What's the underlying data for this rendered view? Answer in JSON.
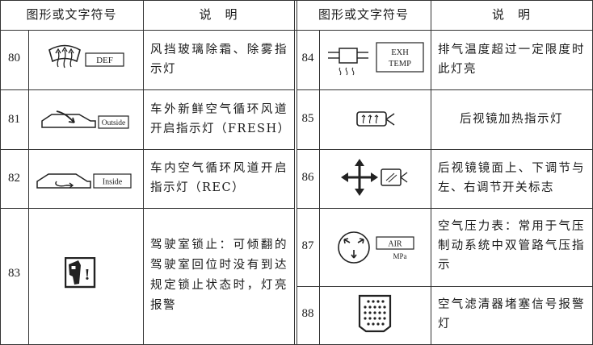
{
  "headers": {
    "left_symbol": "图形或文字符号",
    "left_desc": "说　明",
    "right_symbol": "图形或文字符号",
    "right_desc": "说　明"
  },
  "rows": [
    {
      "no": "80",
      "icon": "defrost-windshield-icon",
      "icon_text": "DEF",
      "desc": "风挡玻璃除霜、除雾指示灯"
    },
    {
      "no": "81",
      "icon": "outside-air-icon",
      "icon_text": "Outside",
      "desc": "车外新鲜空气循环风道开启指示灯（FRESH）"
    },
    {
      "no": "82",
      "icon": "inside-recirculation-icon",
      "icon_text": "Inside",
      "desc": "车内空气循环风道开启指示灯（REC）"
    },
    {
      "no": "83",
      "icon": "cab-lock-warning-icon",
      "icon_text": "!",
      "desc": "驾驶室锁止：可倾翻的驾驶室回位时没有到达规定锁止状态时，灯亮报警"
    },
    {
      "no": "84",
      "icon": "exhaust-temp-icon",
      "icon_text_1": "EXH",
      "icon_text_2": "TEMP",
      "desc": "排气温度超过一定限度时此灯亮"
    },
    {
      "no": "85",
      "icon": "heated-mirror-icon",
      "desc": "后视镜加热指示灯"
    },
    {
      "no": "86",
      "icon": "mirror-adjust-icon",
      "desc": "后视镜镜面上、下调节与左、右调节开关标志"
    },
    {
      "no": "87",
      "icon": "air-pressure-gauge-icon",
      "icon_text_1": "AIR",
      "icon_text_2": "MPa",
      "desc": "空气压力表：常用于气压制动系统中双管路气压指示"
    },
    {
      "no": "88",
      "icon": "air-filter-clogged-icon",
      "desc": "空气滤清器堵塞信号报警灯"
    }
  ]
}
